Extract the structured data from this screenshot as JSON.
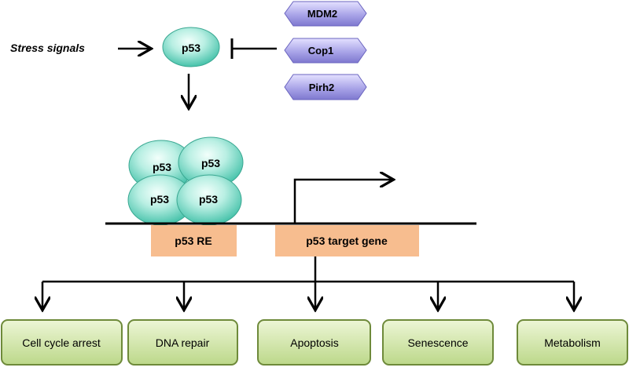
{
  "stress_label": "Stress signals",
  "p53_label": "p53",
  "regulators": [
    "MDM2",
    "Cop1",
    "Pirh2"
  ],
  "tetramer_labels": [
    "p53",
    "p53",
    "p53",
    "p53"
  ],
  "response_element_label": "p53 RE",
  "target_gene_label": "p53 target gene",
  "outcomes": [
    "Cell cycle arrest",
    "DNA repair",
    "Apoptosis",
    "Senescence",
    "Metabolism"
  ],
  "colors": {
    "p53_fill": "#7fd9c8",
    "regulator_fill": "#a9a4e8",
    "gene_box_fill": "#f7bd8f",
    "outcome_fill": "#d3e6a6",
    "outcome_border": "#6e8a3a"
  }
}
